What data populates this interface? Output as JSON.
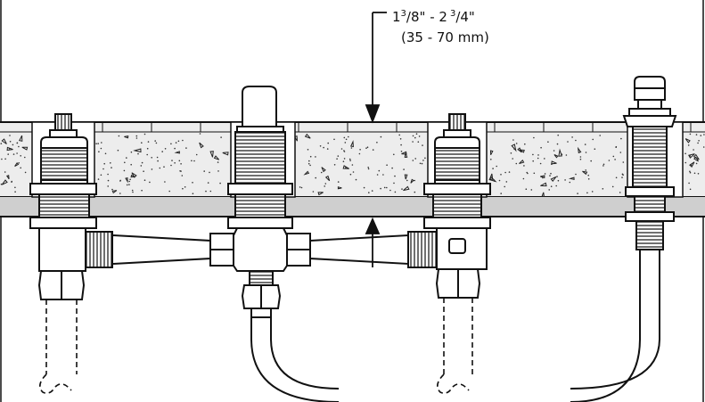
{
  "dimension": {
    "whole": "1",
    "frac1_num": "3",
    "frac1_den": "/8",
    "frac1_inch": "\"",
    "separator": " - ",
    "whole2": "2",
    "frac2_num": "3",
    "frac2_den": "/4",
    "frac2_inch": "\"",
    "metric": "(35  - 70 mm)"
  },
  "colors": {
    "stroke": "#111111",
    "deck_fill": "#e4e4e4",
    "underside_fill": "#cfcfcf",
    "background": "#ffffff"
  }
}
